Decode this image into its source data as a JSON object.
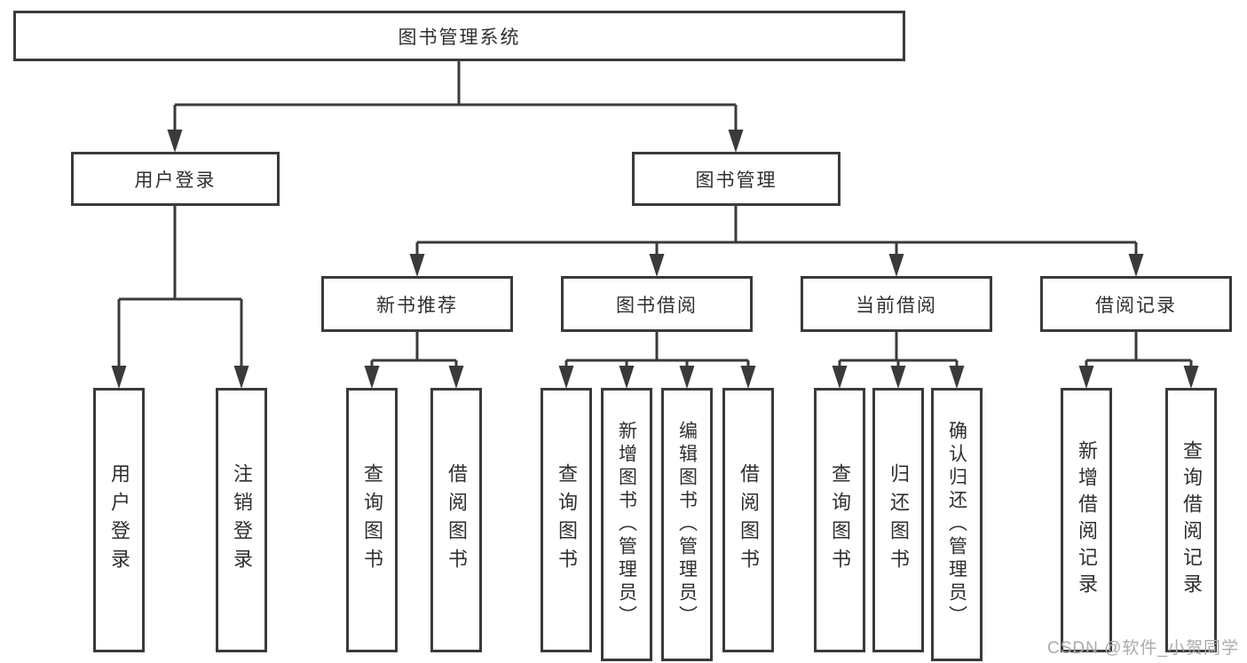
{
  "diagram": {
    "root": "图书管理系统",
    "branches": [
      {
        "label": "用户登录",
        "children": [
          "用户登录",
          "注销登录"
        ]
      },
      {
        "label": "图书管理",
        "groups": [
          {
            "label": "新书推荐",
            "children": [
              "查询图书",
              "借阅图书"
            ]
          },
          {
            "label": "图书借阅",
            "children": [
              "查询图书",
              "新增图书（管理员）",
              "编辑图书（管理员）",
              "借阅图书"
            ]
          },
          {
            "label": "当前借阅",
            "children": [
              "查询图书",
              "归还图书",
              "确认归还（管理员）"
            ]
          },
          {
            "label": "借阅记录",
            "children": [
              "新增借阅记录",
              "查询借阅记录"
            ]
          }
        ]
      }
    ]
  },
  "colors": {
    "line": "#3a3a3a",
    "text": "#2f2f2f",
    "watermark": "#ababab",
    "background": "#ffffff"
  },
  "watermark": "CSDN @软件_小贺同学"
}
